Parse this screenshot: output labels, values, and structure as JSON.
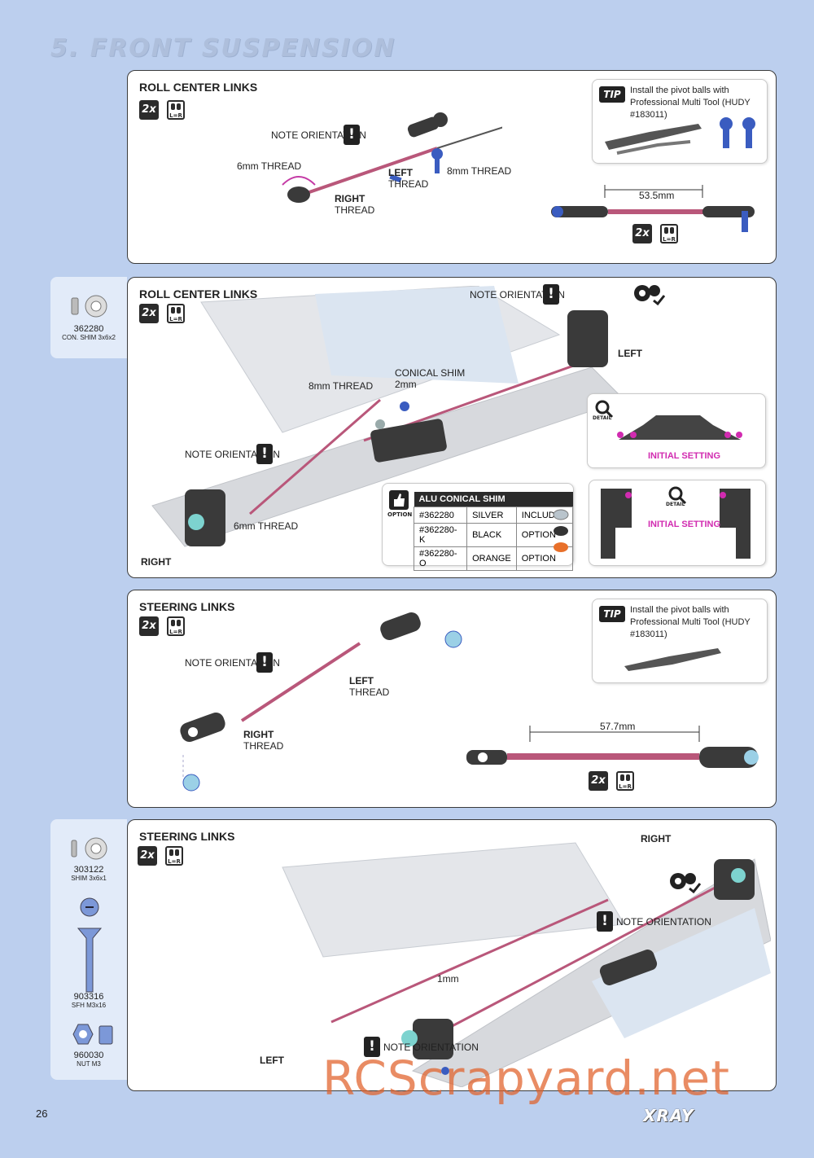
{
  "page": {
    "section_title": "5. FRONT SUSPENSION",
    "page_number": "26",
    "brand": "XRAY",
    "watermark": "RCScrapyard.net"
  },
  "panel1": {
    "title": "ROLL CENTER LINKS",
    "qty": "2x",
    "lr": "L=R",
    "labels": {
      "note": "NOTE ORIENTATION",
      "thread6": "6mm THREAD",
      "thread8": "8mm THREAD",
      "right": "RIGHT",
      "right_sub": "THREAD",
      "left": "LEFT",
      "left_sub": "THREAD"
    },
    "tip": {
      "tag": "TIP",
      "text": "Install the pivot balls with Professional Multi Tool (HUDY #183011)"
    },
    "length": "53.5mm",
    "qty2": "2x",
    "lr2": "L=R"
  },
  "panel2": {
    "title": "ROLL CENTER LINKS",
    "qty": "2x",
    "lr": "L=R",
    "labels": {
      "note_top": "NOTE ORIENTATION",
      "left": "LEFT",
      "conical": "CONICAL SHIM",
      "conical_sub": "2mm",
      "thread8": "8mm THREAD",
      "note_left": "NOTE ORIENTATION",
      "thread6": "6mm THREAD",
      "right": "RIGHT"
    },
    "detail1": {
      "tag": "DETAIL",
      "label": "INITIAL SETTING"
    },
    "detail2": {
      "tag": "DETAIL",
      "label": "INITIAL SETTING"
    },
    "option": {
      "tag": "OPTION",
      "header": "ALU CONICAL SHIM",
      "rows": [
        {
          "code": "#362280",
          "color": "SILVER",
          "status": "INCLUDED",
          "swatch": "#b9c4cc"
        },
        {
          "code": "#362280-K",
          "color": "BLACK",
          "status": "OPTION",
          "swatch": "#333333"
        },
        {
          "code": "#362280-O",
          "color": "ORANGE",
          "status": "OPTION",
          "swatch": "#e8702a"
        }
      ]
    }
  },
  "sidebar1": {
    "parts": [
      {
        "number": "362280",
        "desc": "CON. SHIM 3x6x2",
        "icon": "shim-icon"
      }
    ]
  },
  "panel3": {
    "title": "STEERING LINKS",
    "qty": "2x",
    "lr": "L=R",
    "labels": {
      "note": "NOTE ORIENTATION",
      "left": "LEFT",
      "left_sub": "THREAD",
      "right": "RIGHT",
      "right_sub": "THREAD"
    },
    "tip": {
      "tag": "TIP",
      "text": "Install the pivot balls with Professional Multi Tool (HUDY #183011)"
    },
    "length": "57.7mm",
    "qty2": "2x",
    "lr2": "L=R"
  },
  "panel4": {
    "title": "STEERING LINKS",
    "qty": "2x",
    "lr": "L=R",
    "labels": {
      "right": "RIGHT",
      "note_right": "NOTE ORIENTATION",
      "gap": "1mm",
      "note_bottom": "NOTE ORIENTATION",
      "left": "LEFT"
    }
  },
  "sidebar2": {
    "parts": [
      {
        "number": "303122",
        "desc": "SHIM 3x6x1",
        "icon": "shim-icon"
      },
      {
        "number": "903316",
        "desc": "SFH M3x16",
        "icon": "screw-icon"
      },
      {
        "number": "960030",
        "desc": "NUT M3",
        "icon": "nut-icon"
      }
    ]
  },
  "colors": {
    "background": "#bccfee",
    "accent": "#d12bb0",
    "link": "#b9577a",
    "part_blue": "#3a5cc0"
  }
}
